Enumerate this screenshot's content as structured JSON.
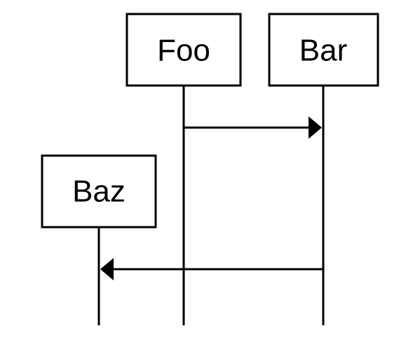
{
  "diagram": {
    "type": "sequence",
    "participants": [
      {
        "id": "foo",
        "label": "Foo"
      },
      {
        "id": "bar",
        "label": "Bar"
      },
      {
        "id": "baz",
        "label": "Baz"
      }
    ],
    "messages": [
      {
        "from": "foo",
        "to": "bar",
        "label": ""
      },
      {
        "from": "bar",
        "to": "baz",
        "label": ""
      }
    ],
    "colors": {
      "stroke": "#000000",
      "background": "#ffffff"
    }
  }
}
